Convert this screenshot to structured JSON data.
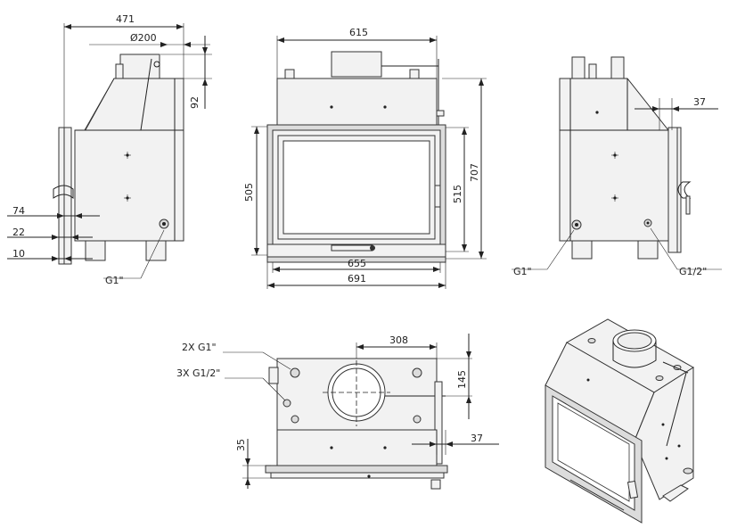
{
  "side_left": {
    "width_471": "471",
    "dia_200": "Ø200",
    "h_92": "92",
    "d_74": "74",
    "d_22": "22",
    "d_10": "10",
    "conn": "G1\""
  },
  "front": {
    "w_615": "615",
    "h_505": "505",
    "h_515": "515",
    "h_707": "707",
    "w_655": "655",
    "w_691": "691"
  },
  "side_right": {
    "d_37": "37",
    "conn_g1": "G1\"",
    "conn_g12": "G1/2\""
  },
  "top": {
    "conn_2x": "2X G1\"",
    "conn_3x": "3X G1/2\"",
    "w_308": "308",
    "h_145": "145",
    "h_35": "35",
    "d_37": "37"
  }
}
